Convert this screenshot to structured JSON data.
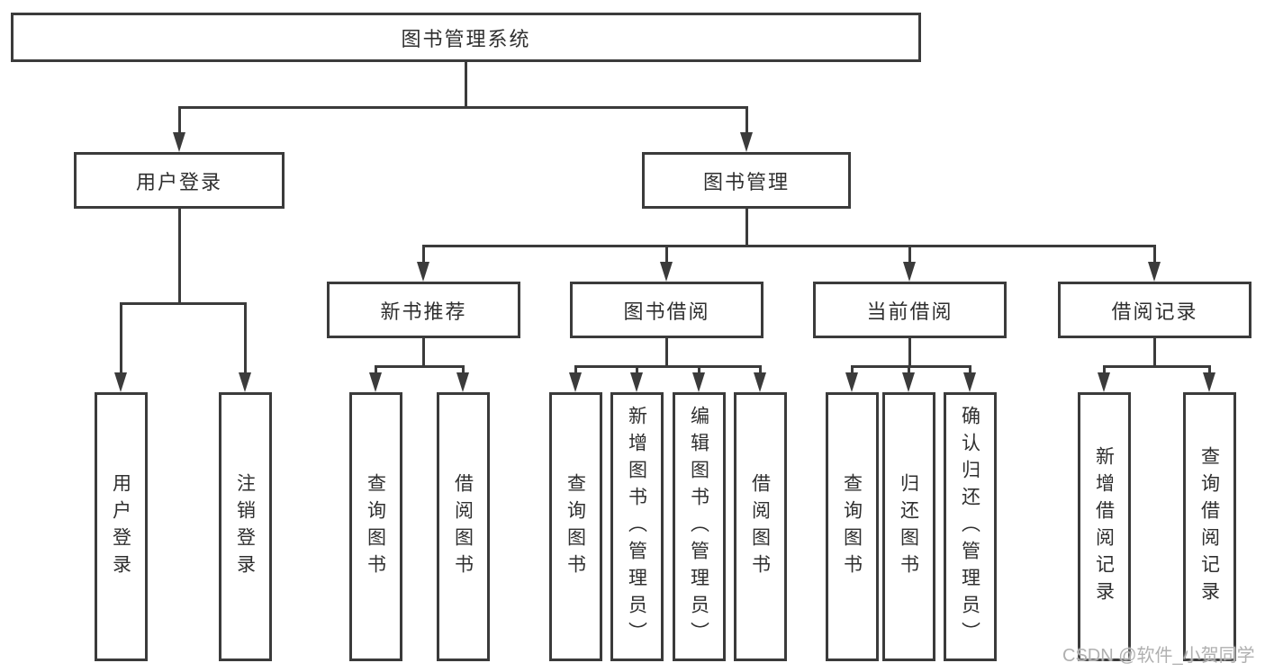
{
  "colors": {
    "line": "#3b3b3b",
    "text": "#2f2f2f",
    "watermark": "#b0b0b0",
    "background": "#ffffff"
  },
  "diagram_type": "hierarchy-tree",
  "root": {
    "label": "图书管理系统"
  },
  "branches": {
    "user_login": {
      "label": "用户登录"
    },
    "book_management": {
      "label": "图书管理"
    }
  },
  "modules": {
    "new_book_recommend": {
      "label": "新书推荐"
    },
    "book_borrow": {
      "label": "图书借阅"
    },
    "current_borrow": {
      "label": "当前借阅"
    },
    "borrow_record": {
      "label": "借阅记录"
    }
  },
  "functions": {
    "user_login": {
      "label": "用户登录"
    },
    "logout": {
      "label": "注销登录"
    },
    "recommend_query_books": {
      "label": "查询图书"
    },
    "recommend_borrow_books": {
      "label": "借阅图书"
    },
    "borrow_query_books": {
      "label": "查询图书"
    },
    "add_books_admin": {
      "label": "新增图书（管理员）"
    },
    "edit_books_admin": {
      "label": "编辑图书（管理员）"
    },
    "borrow_books": {
      "label": "借阅图书"
    },
    "current_query_books": {
      "label": "查询图书"
    },
    "return_books": {
      "label": "归还图书"
    },
    "confirm_return_admin": {
      "label": "确认归还（管理员）"
    },
    "add_borrow_record": {
      "label": "新增借阅记录"
    },
    "query_borrow_record": {
      "label": "查询借阅记录"
    }
  },
  "watermark": {
    "text": "CSDN @软件_小贺同学"
  }
}
